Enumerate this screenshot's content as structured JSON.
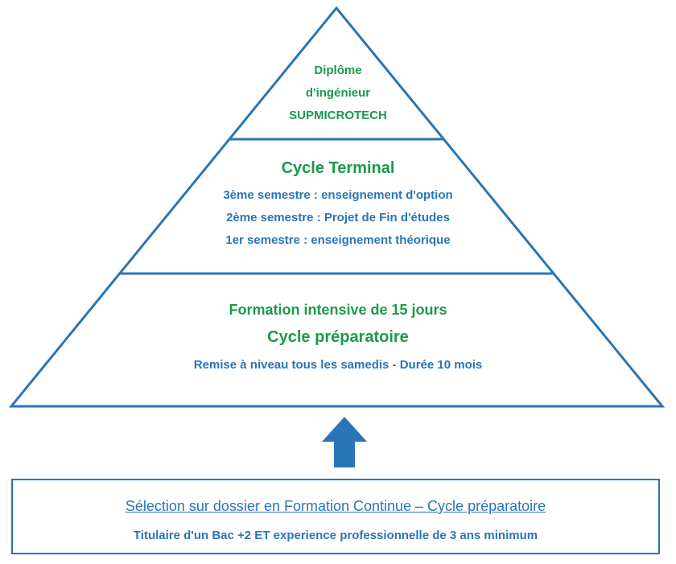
{
  "pyramid": {
    "top": {
      "lines": [
        "Diplôme",
        "d'ingénieur",
        "SUPMICROTECH"
      ]
    },
    "middle": {
      "title": "Cycle Terminal",
      "lines": [
        "3ème semestre : enseignement d'option",
        "2ème semestre : Projet de Fin d'études",
        "1er semestre : enseignement théorique"
      ]
    },
    "bottom": {
      "line1": "Formation intensive de 15 jours",
      "title": "Cycle préparatoire",
      "line2": "Remise à niveau tous les samedis - Durée 10 mois"
    }
  },
  "arrow": {
    "icon": "arrow-up-icon",
    "color": "#2a75b6",
    "direction": "up"
  },
  "selection": {
    "title": "Sélection sur dossier en Formation Continue – Cycle préparatoire",
    "subtitle": "Titulaire d'un Bac +2 ET experience professionnelle de 3 ans minimum"
  },
  "colors": {
    "accent_blue": "#2a75b6",
    "accent_green": "#1a9a4a",
    "background": "#ffffff"
  }
}
